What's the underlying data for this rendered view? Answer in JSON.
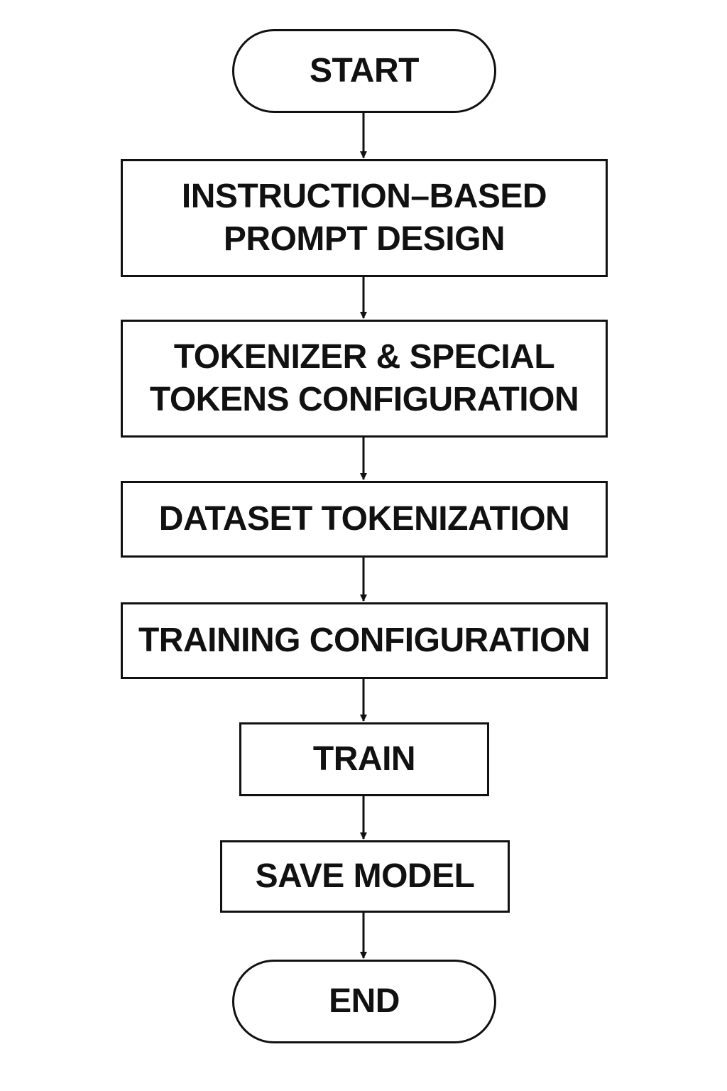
{
  "flowchart": {
    "nodes": [
      {
        "id": "start",
        "shape": "terminal",
        "lines": [
          "START"
        ]
      },
      {
        "id": "prompt-design",
        "shape": "process",
        "lines": [
          "INSTRUCTION–BASED",
          "PROMPT DESIGN"
        ]
      },
      {
        "id": "tokenizer-config",
        "shape": "process",
        "lines": [
          "TOKENIZER & SPECIAL",
          "TOKENS CONFIGURATION"
        ]
      },
      {
        "id": "dataset-tokenization",
        "shape": "process",
        "lines": [
          "DATASET TOKENIZATION"
        ]
      },
      {
        "id": "training-config",
        "shape": "process",
        "lines": [
          "TRAINING CONFIGURATION"
        ]
      },
      {
        "id": "train",
        "shape": "process",
        "lines": [
          "TRAIN"
        ]
      },
      {
        "id": "save-model",
        "shape": "process",
        "lines": [
          "SAVE MODEL"
        ]
      },
      {
        "id": "end",
        "shape": "terminal",
        "lines": [
          "END"
        ]
      }
    ],
    "edges": [
      {
        "from": "start",
        "to": "prompt-design"
      },
      {
        "from": "prompt-design",
        "to": "tokenizer-config"
      },
      {
        "from": "tokenizer-config",
        "to": "dataset-tokenization"
      },
      {
        "from": "dataset-tokenization",
        "to": "training-config"
      },
      {
        "from": "training-config",
        "to": "train"
      },
      {
        "from": "train",
        "to": "save-model"
      },
      {
        "from": "save-model",
        "to": "end"
      }
    ],
    "colors": {
      "stroke": "#111111",
      "background": "#ffffff",
      "text": "#111111"
    }
  }
}
